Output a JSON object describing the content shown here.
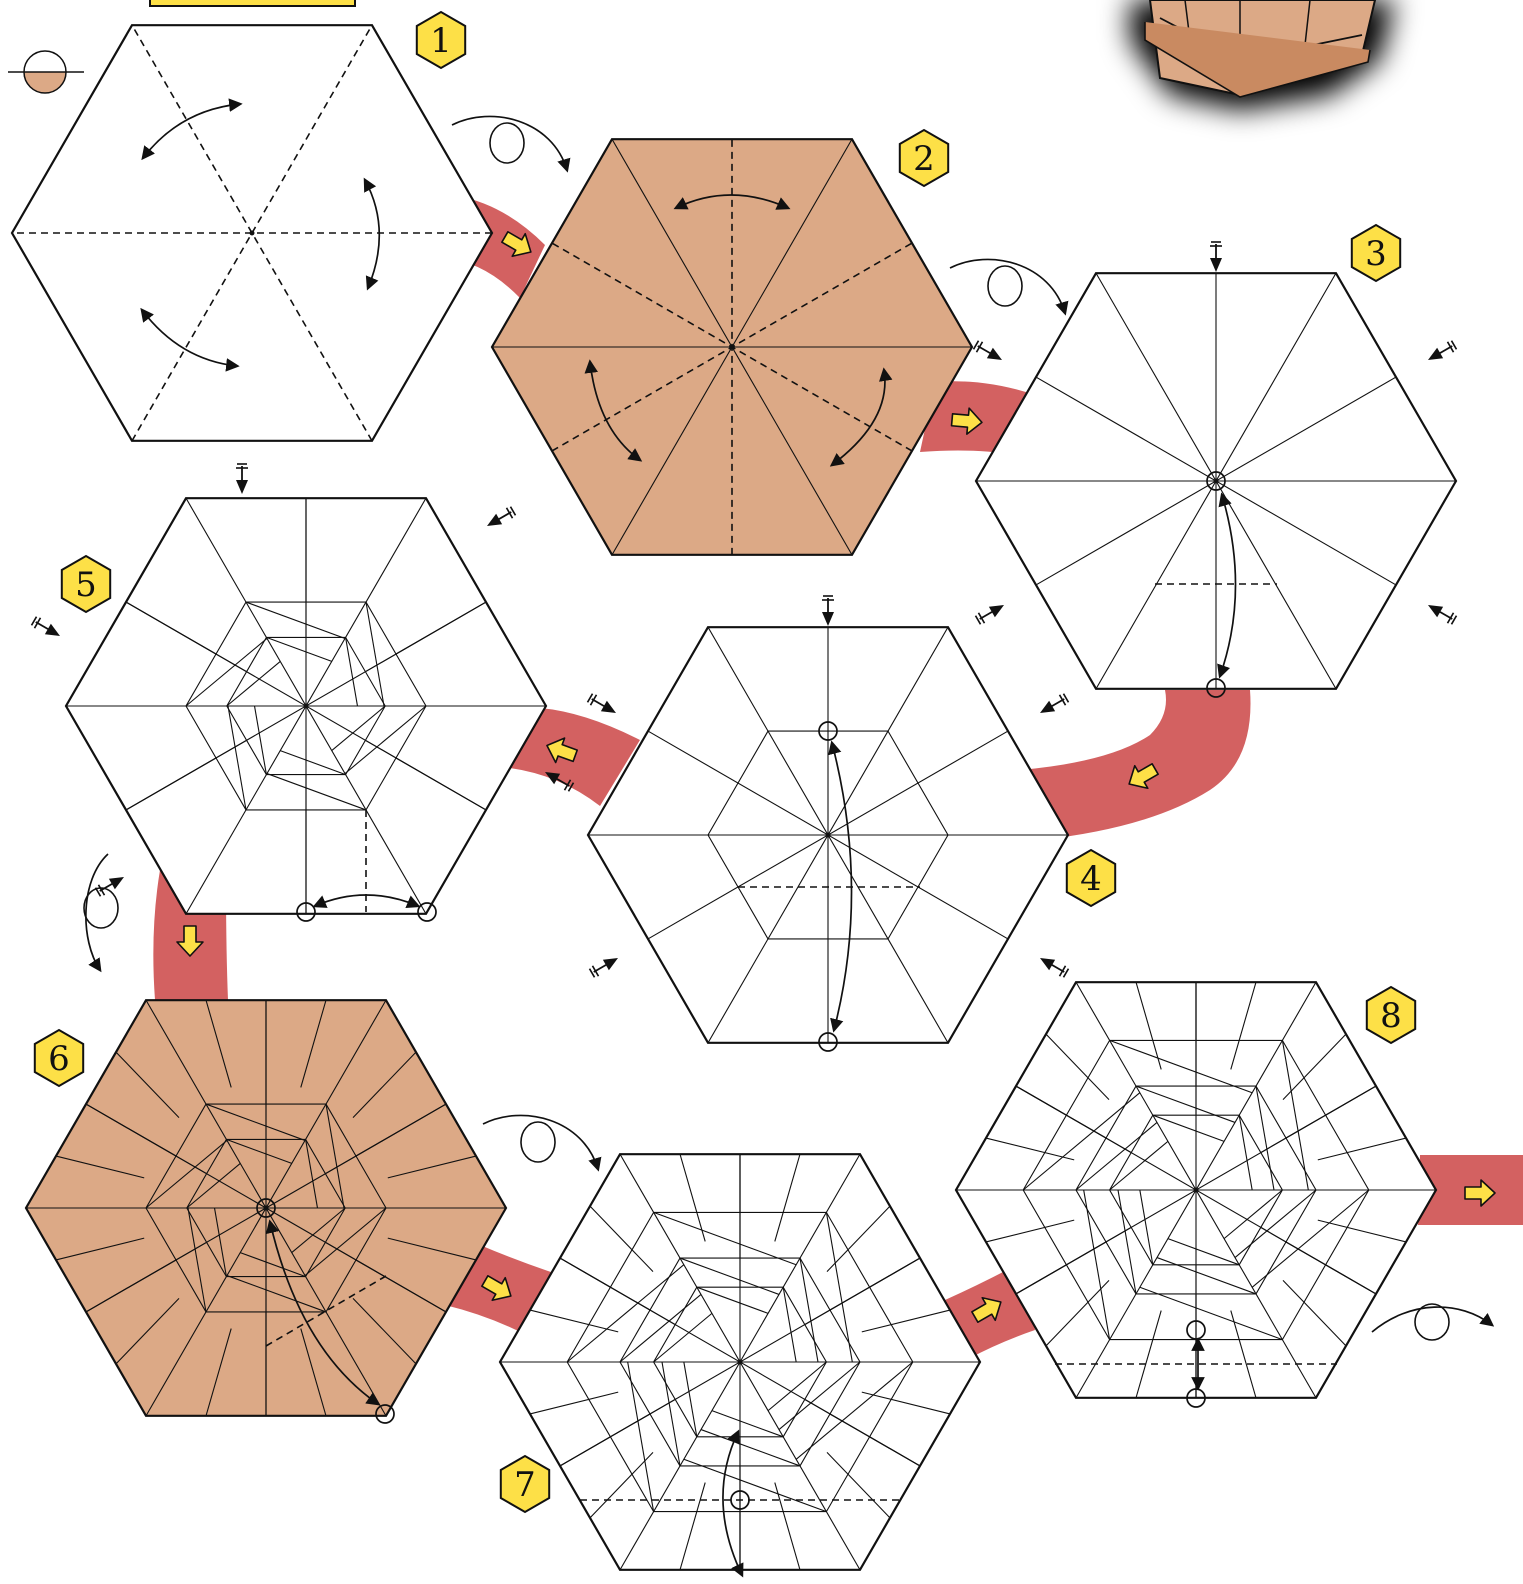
{
  "colors": {
    "paper_back": "#dca986",
    "paper_front": "#ffffff",
    "path": "#d36161",
    "badge": "#fde047",
    "arrow_fill": "#fde047",
    "line": "#111111"
  },
  "steps": [
    {
      "label": "1"
    },
    {
      "label": "2"
    },
    {
      "label": "3"
    },
    {
      "label": "4"
    },
    {
      "label": "5"
    },
    {
      "label": "6"
    },
    {
      "label": "7"
    },
    {
      "label": "8"
    }
  ],
  "icons": {
    "side_indicator": "half-colored-circle-icon",
    "turn_over": "turn-over-icon",
    "valley_fold_unfold": "double-arrow-icon",
    "flow": "yellow-arrow-icon",
    "sink_arrow": "push-arrow-icon"
  }
}
